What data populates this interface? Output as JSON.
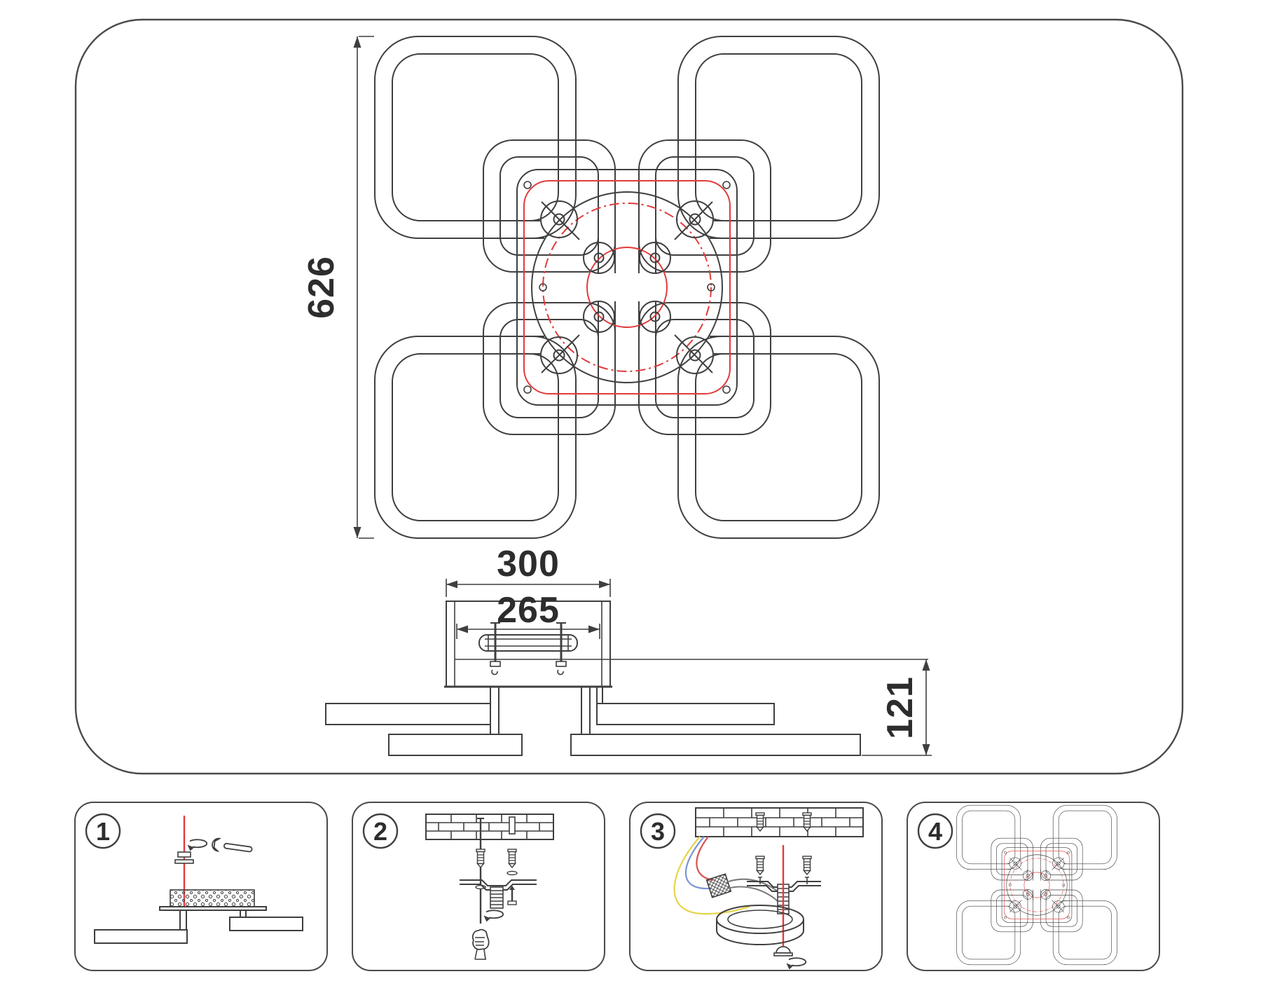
{
  "drawing": {
    "top_view": {
      "height_dim_label": "626"
    },
    "side_view": {
      "width_dim_label": "300",
      "bracket_dim_label": "265",
      "height_dim_label": "121"
    },
    "steps": [
      {
        "label": "1"
      },
      {
        "label": "2"
      },
      {
        "label": "3"
      },
      {
        "label": "4"
      }
    ],
    "colors": {
      "line": "#3f3f3f",
      "red_accent": "#e23b3b",
      "wire_yellow": "#e6d44a",
      "wire_blue": "#7b93d6",
      "wire_red": "#d9534f",
      "wire_gray": "#7a7a7a"
    }
  }
}
